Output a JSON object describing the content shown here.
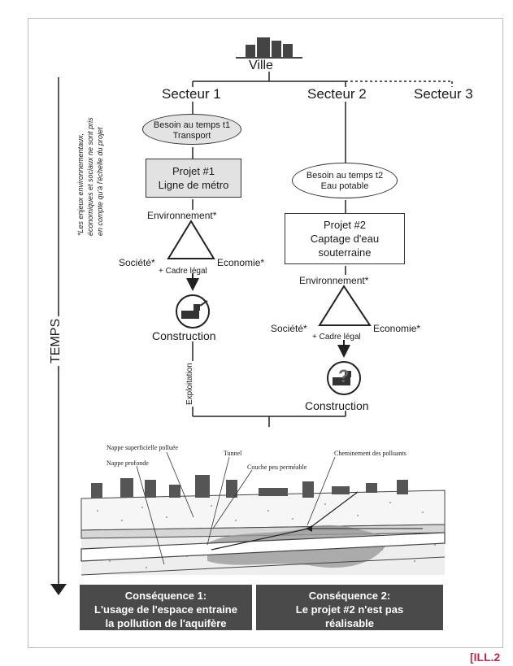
{
  "city": {
    "label": "Ville"
  },
  "sectors": [
    "Secteur 1",
    "Secteur 2",
    "Secteur 3"
  ],
  "side_note": [
    "*Les enjeux environnementaux,",
    "économiques et sociaux ne sont pris",
    "en compte qu'à l'échelle du projet"
  ],
  "time_label": "TEMPS",
  "sector1": {
    "need": [
      "Besoin au temps t1",
      "Transport"
    ],
    "project": [
      "Projet #1",
      "Ligne de métro"
    ],
    "triangle": {
      "top": "Environnement*",
      "left": "Société*",
      "right": "Economie*",
      "bottom": "+ Cadre légal"
    },
    "construction": "Construction",
    "exploitation": "Exploitation"
  },
  "sector2": {
    "need": [
      "Besoin au temps t2",
      "Eau potable"
    ],
    "project": [
      "Projet #2",
      "Captage d'eau",
      "souterraine"
    ],
    "triangle": {
      "top": "Environnement*",
      "left": "Société*",
      "right": "Economie*",
      "bottom": "+ Cadre légal"
    },
    "construction": "Construction"
  },
  "geology_labels": {
    "surface_aquifer": "Nappe superficielle polluée",
    "deep_aquifer": "Nappe profonde",
    "tunnel": "Tunnel",
    "low_perm": "Couche peu perméable",
    "pollutant_path": "Cheminement des polluants"
  },
  "consequences": [
    {
      "title": "Conséquence 1:",
      "lines": [
        "L'usage de l'espace entraine",
        "la pollution de l'aquifère"
      ]
    },
    {
      "title": "Conséquence 2:",
      "lines": [
        "Le projet #2 n'est pas",
        "réalisable"
      ]
    }
  ],
  "figure_ref": "[ILL.2",
  "colors": {
    "accent_ref": "#b03050",
    "cons_bg": "#4a4a4a",
    "box_bg": "#e2e2e2"
  }
}
